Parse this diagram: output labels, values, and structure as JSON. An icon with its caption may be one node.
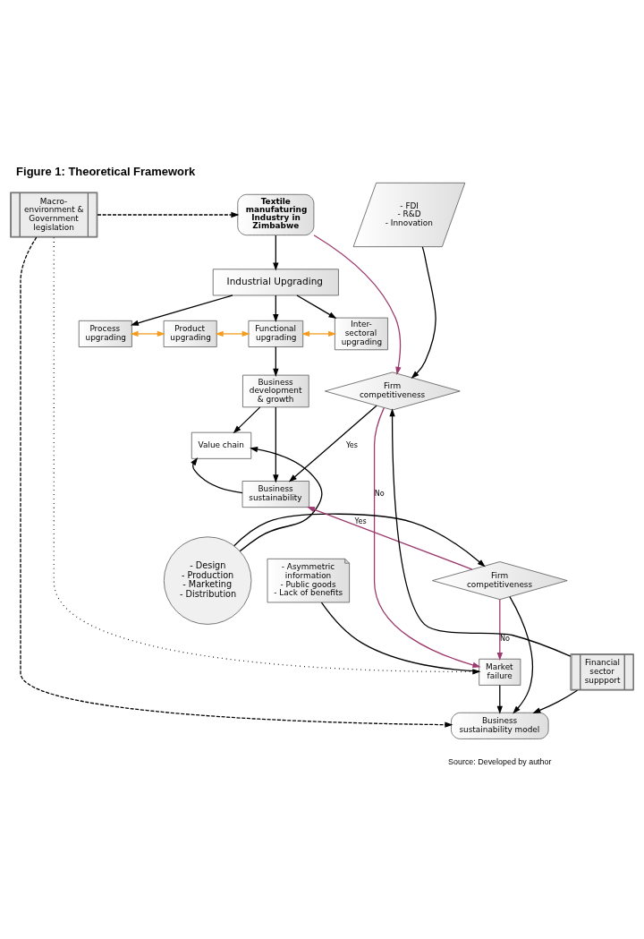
{
  "diagram": {
    "title": "Figure 1: Theoretical Framework",
    "caption": "Source: Developed by author",
    "nodes": [
      {
        "text": [
          "Textile manufaturing Industry in Zimbabwe"
        ]
      },
      {
        "text": [
          "Macro-environment & Government legislation"
        ]
      },
      {
        "text": [
          "- FDI",
          "- R&D",
          "- Innovation"
        ]
      },
      {
        "text": [
          "Industrial Upgrading"
        ]
      },
      {
        "text": [
          "Process upgrading"
        ]
      },
      {
        "text": [
          "Product upgrading"
        ]
      },
      {
        "text": [
          "Functional upgrading"
        ]
      },
      {
        "text": [
          "Inter-sectoral upgrading"
        ]
      },
      {
        "text": [
          "Firm competitiveness"
        ]
      },
      {
        "text": [
          "Business development & growth"
        ]
      },
      {
        "text": [
          "Value chain"
        ]
      },
      {
        "text": [
          "Business sustainability"
        ]
      },
      {
        "text": [
          "- Asymmetric information",
          "- Public goods",
          "- Lack of benefits"
        ]
      },
      {
        "text": [
          "- Design",
          "- Production",
          "- Marketing",
          "- Distribution"
        ]
      },
      {
        "text": [
          "Firm competitiveness"
        ]
      },
      {
        "text": [
          "Market failure"
        ]
      },
      {
        "text": [
          "Financial sector suppport"
        ]
      },
      {
        "text": [
          "Business sustainability model"
        ]
      }
    ],
    "edges": [
      {
        "from": 1,
        "to": 0,
        "arrow": "to",
        "style": "dashed"
      },
      {
        "from": 0,
        "to": 3,
        "arrow": "to"
      },
      {
        "from": 0,
        "to": 8,
        "arrow": "to",
        "color": "#9c3a6e"
      },
      {
        "from": 2,
        "to": 8,
        "arrow": "to"
      },
      {
        "from": 3,
        "to": 4,
        "arrow": "to"
      },
      {
        "from": 3,
        "to": 6,
        "arrow": "to"
      },
      {
        "from": 3,
        "to": 7,
        "arrow": "to"
      },
      {
        "from": 4,
        "to": 5,
        "arrow": "both",
        "color": "#f39c1f"
      },
      {
        "from": 5,
        "to": 6,
        "arrow": "both",
        "color": "#f39c1f"
      },
      {
        "from": 6,
        "to": 7,
        "arrow": "both",
        "color": "#f39c1f"
      },
      {
        "from": 6,
        "to": 9,
        "arrow": "to"
      },
      {
        "from": 8,
        "to": 11,
        "arrow": "to",
        "label": "Yes"
      },
      {
        "from": 8,
        "to": 15,
        "arrow": "to",
        "label": "No",
        "color": "#9c3a6e"
      },
      {
        "from": 16,
        "to": 8,
        "arrow": "to"
      },
      {
        "from": 9,
        "to": 10,
        "arrow": "to"
      },
      {
        "from": 9,
        "to": 11,
        "arrow": "to"
      },
      {
        "from": 11,
        "to": 10,
        "arrow": "to"
      },
      {
        "from": 13,
        "to": 10,
        "arrow": "to"
      },
      {
        "from": 13,
        "to": 14,
        "arrow": "to"
      },
      {
        "from": 14,
        "to": 11,
        "arrow": "to",
        "label": "Yes",
        "color": "#9c3a6e"
      },
      {
        "from": 14,
        "to": 15,
        "arrow": "to",
        "label": "No",
        "color": "#9c3a6e"
      },
      {
        "from": 14,
        "to": 17,
        "arrow": "to"
      },
      {
        "from": 12,
        "to": 15,
        "arrow": "none"
      },
      {
        "from": 1,
        "to": 15,
        "arrow": "to",
        "style": "dashed"
      },
      {
        "from": 15,
        "to": 17,
        "arrow": "to"
      },
      {
        "from": 1,
        "to": 17,
        "arrow": "to",
        "style": "dashed"
      },
      {
        "from": 16,
        "to": 17,
        "arrow": "to"
      }
    ]
  }
}
